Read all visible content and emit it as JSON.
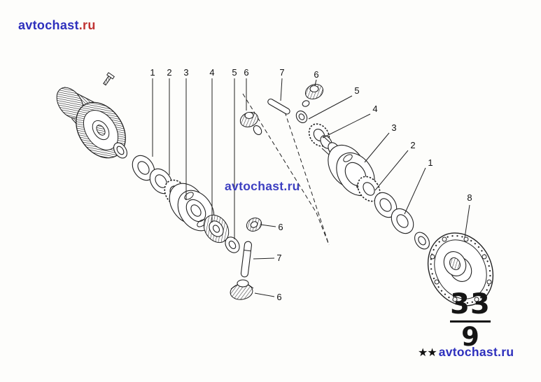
{
  "colors": {
    "watermark_blue": "#2d2fbd",
    "watermark_red": "#c03333",
    "line": "#222222",
    "background": "#fdfdfb"
  },
  "watermark": {
    "name": "avtochast",
    "tld": ".ru"
  },
  "stars": "★★",
  "section_badge": {
    "group": "33",
    "page": "9"
  },
  "callouts": {
    "top": [
      "1",
      "2",
      "3",
      "4",
      "5",
      "6",
      "7",
      "6"
    ],
    "right": [
      "5",
      "4",
      "3",
      "2",
      "1",
      "8"
    ],
    "middle": [
      "6",
      "7",
      "6"
    ]
  }
}
